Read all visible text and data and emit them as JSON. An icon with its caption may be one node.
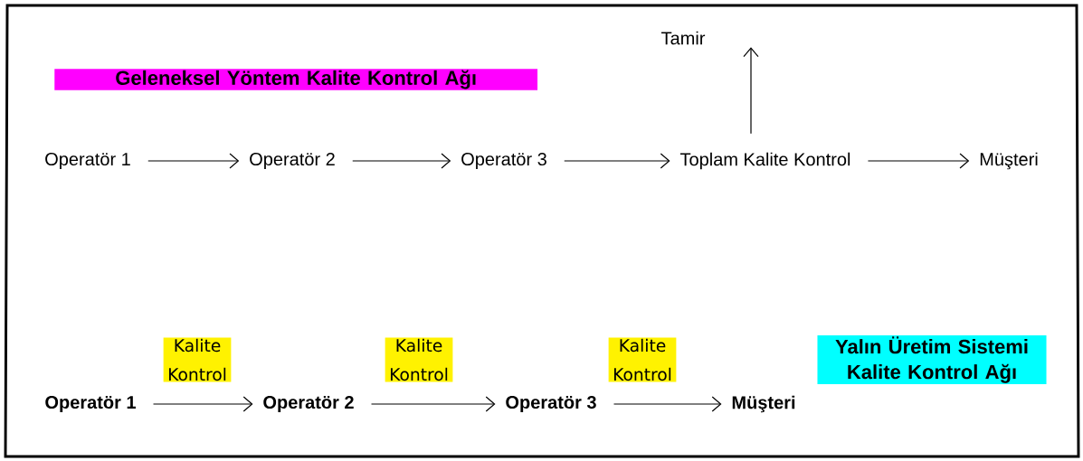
{
  "diagram": {
    "nodes": [
      {
        "text": [
          "Operatör 1"
        ]
      },
      {
        "text": [
          "Operatör 2"
        ]
      },
      {
        "text": [
          "Operatör 3"
        ]
      },
      {
        "text": [
          "Toplam Kalite Kontrol"
        ]
      },
      {
        "text": [
          "Müşteri"
        ]
      },
      {
        "text": [
          "Tamir"
        ]
      },
      {
        "text": [
          "Operatör 1"
        ]
      },
      {
        "text": [
          "Operatör 2"
        ]
      },
      {
        "text": [
          "Operatör 3"
        ]
      },
      {
        "text": [
          "Müşteri"
        ]
      }
    ],
    "edges": [
      {
        "from": 0,
        "to": 1,
        "arrow": "to"
      },
      {
        "from": 1,
        "to": 2,
        "arrow": "to"
      },
      {
        "from": 2,
        "to": 3,
        "arrow": "to"
      },
      {
        "from": 3,
        "to": 4,
        "arrow": "to"
      },
      {
        "from": 3,
        "to": 5,
        "arrow": "to"
      },
      {
        "from": 6,
        "to": 7,
        "arrow": "to",
        "label": "Kalite Kontrol"
      },
      {
        "from": 7,
        "to": 8,
        "arrow": "to",
        "label": "Kalite Kontrol"
      },
      {
        "from": 8,
        "to": 9,
        "arrow": "to",
        "label": "Kalite Kontrol"
      }
    ],
    "labels": [
      "Geleneksel Yöntem Kalite Kontrol Ağı",
      "Yalın Üretim Sistemi Kalite Kontrol Ağı"
    ]
  }
}
